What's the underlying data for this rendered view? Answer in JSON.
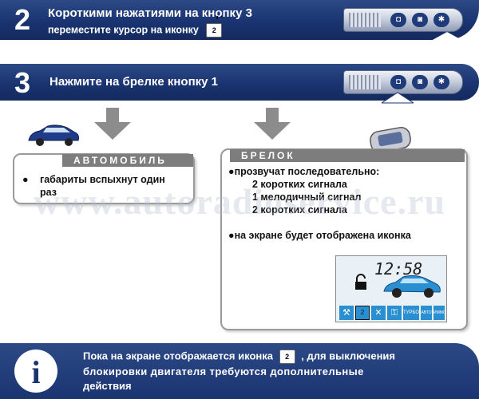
{
  "step2": {
    "number": "2",
    "line1": "Короткими нажатиями на кнопку 3",
    "line2": "переместите курсор на иконку"
  },
  "step3": {
    "number": "3",
    "text": "Нажмите на брелке кнопку 1"
  },
  "lock_icon_digit": "2",
  "car_card": {
    "heading": "АВТОМОБИЛЬ",
    "bullet_line1": "габариты вспыхнут один",
    "bullet_line2": "раз"
  },
  "fob_card": {
    "heading": "БРЕЛОК",
    "bullet1": "прозвучат последовательно:",
    "signal1": "2 коротких сигнала",
    "signal2": "1 мелодичный сигнал",
    "signal3": "2 коротких сигнала",
    "bullet2": "на экране будет отображена иконка"
  },
  "lcd": {
    "time": "12:58",
    "icons": [
      "ТУРБО",
      "АВТО",
      "ИММО"
    ]
  },
  "watermark": "www.autoradioservice.ru",
  "footer": {
    "info_symbol": "i",
    "line1_a": "Пока на экране отображается иконка",
    "line1_b": ", для выключения",
    "line2": "блокировки двигателя требуются дополнительные",
    "line3": "действия"
  },
  "colors": {
    "banner_blue": "#1a3470",
    "card_gray": "#7d7d7d",
    "arrow_gray": "#8c8c8c",
    "lcd_blue": "#2a8fd0"
  }
}
